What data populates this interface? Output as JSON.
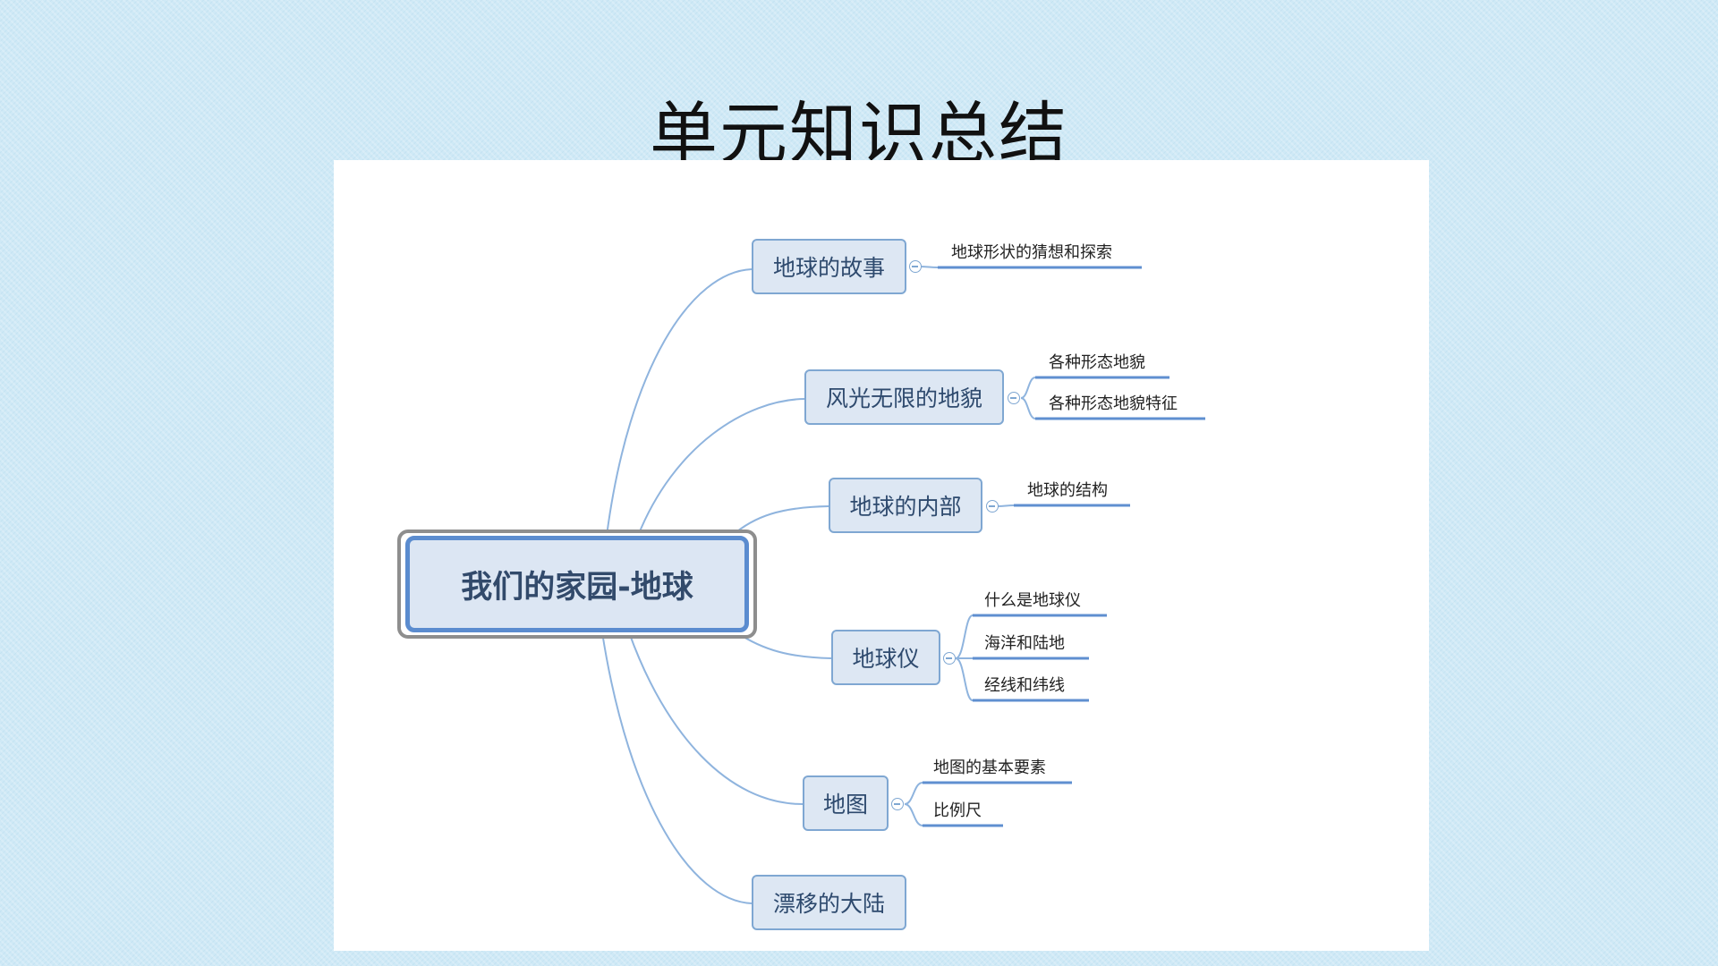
{
  "slide": {
    "title": "单元知识总结"
  },
  "mindmap": {
    "central": "我们的家园-地球",
    "branches": [
      {
        "label": "地球的故事",
        "children": [
          "地球形状的猜想和探索"
        ]
      },
      {
        "label": "风光无限的地貌",
        "children": [
          "各种形态地貌",
          "各种形态地貌特征"
        ]
      },
      {
        "label": "地球的内部",
        "children": [
          "地球的结构"
        ]
      },
      {
        "label": "地球仪",
        "children": [
          "什么是地球仪",
          "海洋和陆地",
          "经线和纬线"
        ]
      },
      {
        "label": "地图",
        "children": [
          "地图的基本要素",
          "比例尺"
        ]
      },
      {
        "label": "漂移的大陆",
        "children": []
      }
    ]
  },
  "colors": {
    "background": "#cfe9f6",
    "node_fill": "#dde7f3",
    "node_border": "#7fa7d2",
    "central_border": "#5b8ccf",
    "line": "#8fb4de",
    "underline": "#5f8fd0"
  }
}
